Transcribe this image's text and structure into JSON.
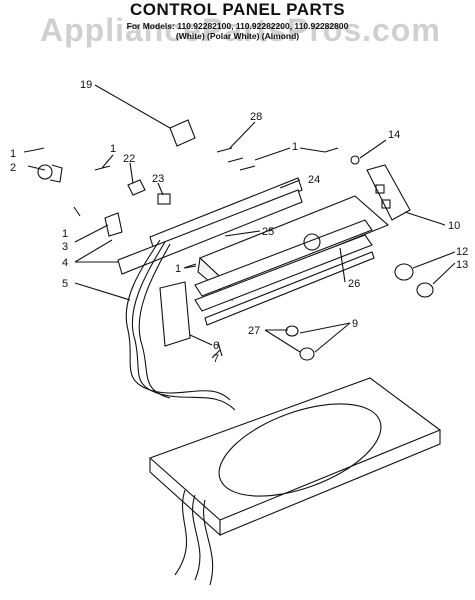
{
  "title": "CONTROL PANEL PARTS",
  "models_line": "For Models: 110.92282100, 110.92282200, 110.92282800",
  "variants_line": "(White)   (Polar White)   (Almond)",
  "watermark": "AppliancePartsPros.com",
  "labels": {
    "p1a": "1",
    "p2": "2",
    "p1b": "1",
    "p22": "22",
    "p23": "23",
    "p19": "19",
    "p28": "28",
    "p1c": "1",
    "p14": "14",
    "p24": "24",
    "p10": "10",
    "p25": "25",
    "p1d": "1",
    "p3": "3",
    "p4": "4",
    "p5": "5",
    "p1e": "1",
    "p26": "26",
    "p12": "12",
    "p13": "13",
    "p9": "9",
    "p27": "27",
    "p6": "6",
    "p7": "7"
  }
}
